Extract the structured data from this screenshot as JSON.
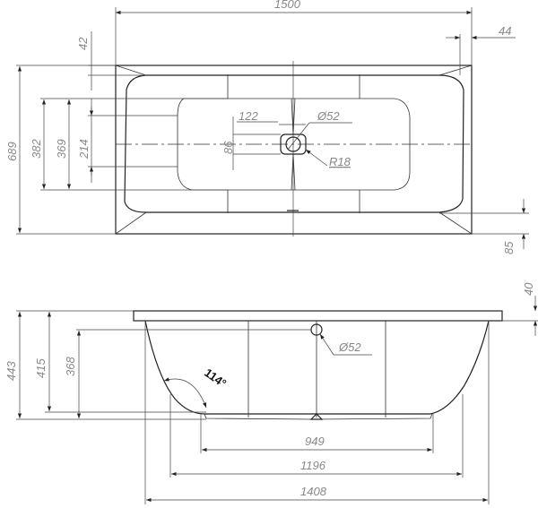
{
  "top_view": {
    "length": "1500",
    "rim_right": "44",
    "rim_left": "42",
    "width": "689",
    "basin_width": "382",
    "basin_inner": "369",
    "flat_width": "214",
    "drain_offset_x": "122",
    "drain_offset_y": "86",
    "drain_diameter": "Ø52",
    "drain_radius": "R18",
    "rim_bottom": "85"
  },
  "side_view": {
    "total_height": "443",
    "depth": "415",
    "overflow_height": "368",
    "rim_thickness": "40",
    "overflow_diameter": "Ø52",
    "angle": "114°",
    "bottom_length": "949",
    "mid_length": "1196",
    "body_length": "1408"
  }
}
